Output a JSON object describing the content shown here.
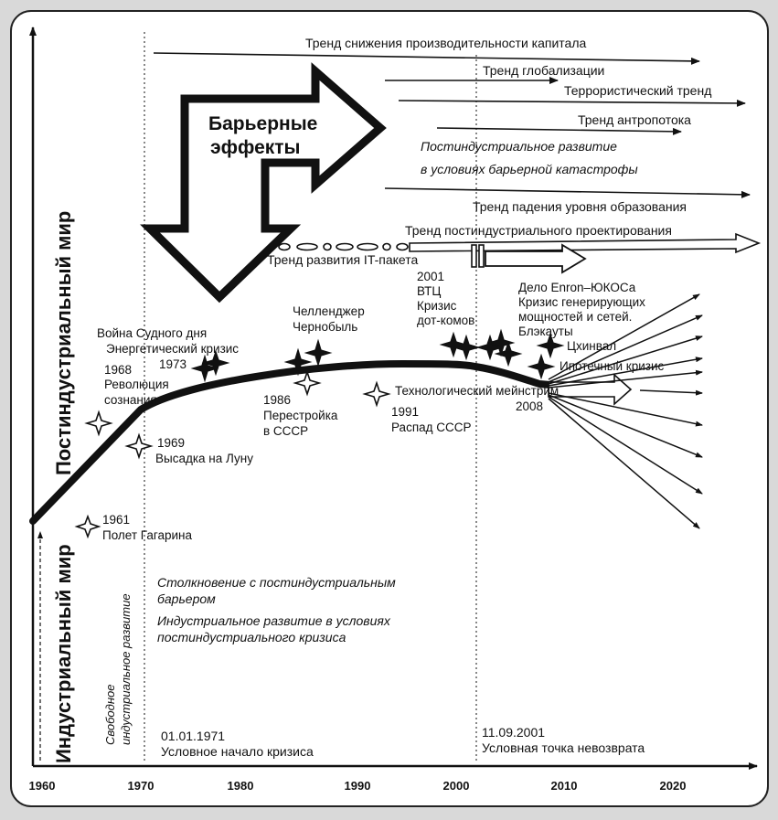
{
  "axis": {
    "y_upper_label": "Постиндустриальный мир",
    "y_lower_label": "Индустриальный мир",
    "x_ticks": [
      "1960",
      "1970",
      "1980",
      "1990",
      "2000",
      "2010",
      "2020"
    ]
  },
  "barrier_label": {
    "line1": "Барьерные",
    "line2": "эффекты"
  },
  "trends": [
    "Тренд снижения производительности капитала",
    "Тренд глобализации",
    "Террористический тренд",
    "Тренд антропотока",
    "Тренд падения уровня образования",
    "Тренд постиндустриального проектирования",
    "Тренд развития IT-пакета"
  ],
  "postindustrial_note": {
    "line1": "Постиндустриальное развитие",
    "line2": "в условиях барьерной катастрофы"
  },
  "events": {
    "gagarin": {
      "year": "1961",
      "label": "Полет Гагарина"
    },
    "revolution": {
      "year": "1968",
      "label1": "Революция",
      "label2": "сознания"
    },
    "moon": {
      "year": "1969",
      "label": "Высадка на Луну"
    },
    "doomsday": {
      "year": "1973",
      "label1": "Война Судного дня",
      "label2": "Энергетический кризис"
    },
    "perestroika": {
      "year": "1986",
      "label1": "Перестройка",
      "label2": "в СССР"
    },
    "challenger": {
      "label1": "Челленджер",
      "label2": "Чернобыль"
    },
    "ussr": {
      "year": "1991",
      "label": "Распад СССР"
    },
    "wtc": {
      "year": "2001",
      "label1": "ВТЦ",
      "label2": "Кризис",
      "label3": "дот-комов"
    },
    "enron": {
      "label1": "Дело Enron–ЮКОСа",
      "label2": "Кризис генерирующих",
      "label3": "мощностей и сетей.",
      "label4": "Блэкауты"
    },
    "tskhinval": {
      "label": "Цхинвал"
    },
    "mortgage": {
      "label": "Ипотечный кризис"
    },
    "mainstream": {
      "label": "Технологический мейнстрим",
      "year": "2008"
    }
  },
  "notes": {
    "collision1": "Столкновение с постиндустриальным",
    "collision2": "барьером",
    "industrial1": "Индустриальное развитие в условиях",
    "industrial2": "постиндустриального кризиса",
    "free1": "Свободное",
    "free2": "индустриальное развитие"
  },
  "markers": {
    "crisis_date": "01.01.1971",
    "crisis_label": "Условное начало кризиса",
    "noreturn_date": "11.09.2001",
    "noreturn_label": "Условная точка невозврата"
  }
}
